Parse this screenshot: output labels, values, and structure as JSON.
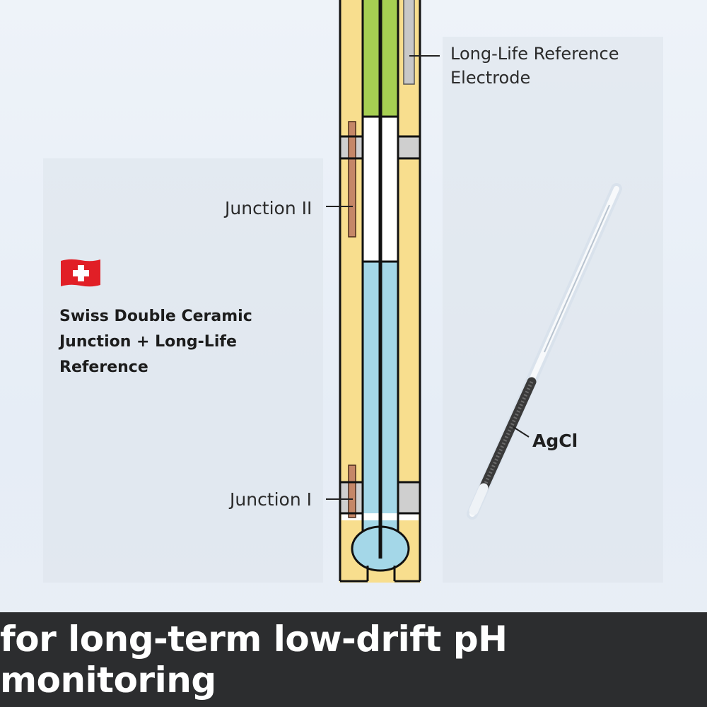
{
  "labels": {
    "reference_line1": "Long-Life Reference",
    "reference_line2": "Electrode",
    "junction_2": "Junction II",
    "junction_1": "Junction I",
    "agcl": "AgCl"
  },
  "feature": {
    "line1": "Swiss Double Ceramic",
    "line2": "Junction + Long-Life",
    "line3": "Reference"
  },
  "banner": {
    "text": "for long-term low-drift pH monitoring"
  },
  "colors": {
    "outer_body": "#f8de8e",
    "upper_electrolyte": "#a6cf52",
    "inner_buffer": "#a4d7e8",
    "junction_ceramic": "#c58768",
    "seal_gray": "#cfcfcf",
    "banner_bg": "#2c2d2f",
    "flag_red": "#e11f26"
  },
  "icons": [
    "swiss-flag-icon"
  ]
}
